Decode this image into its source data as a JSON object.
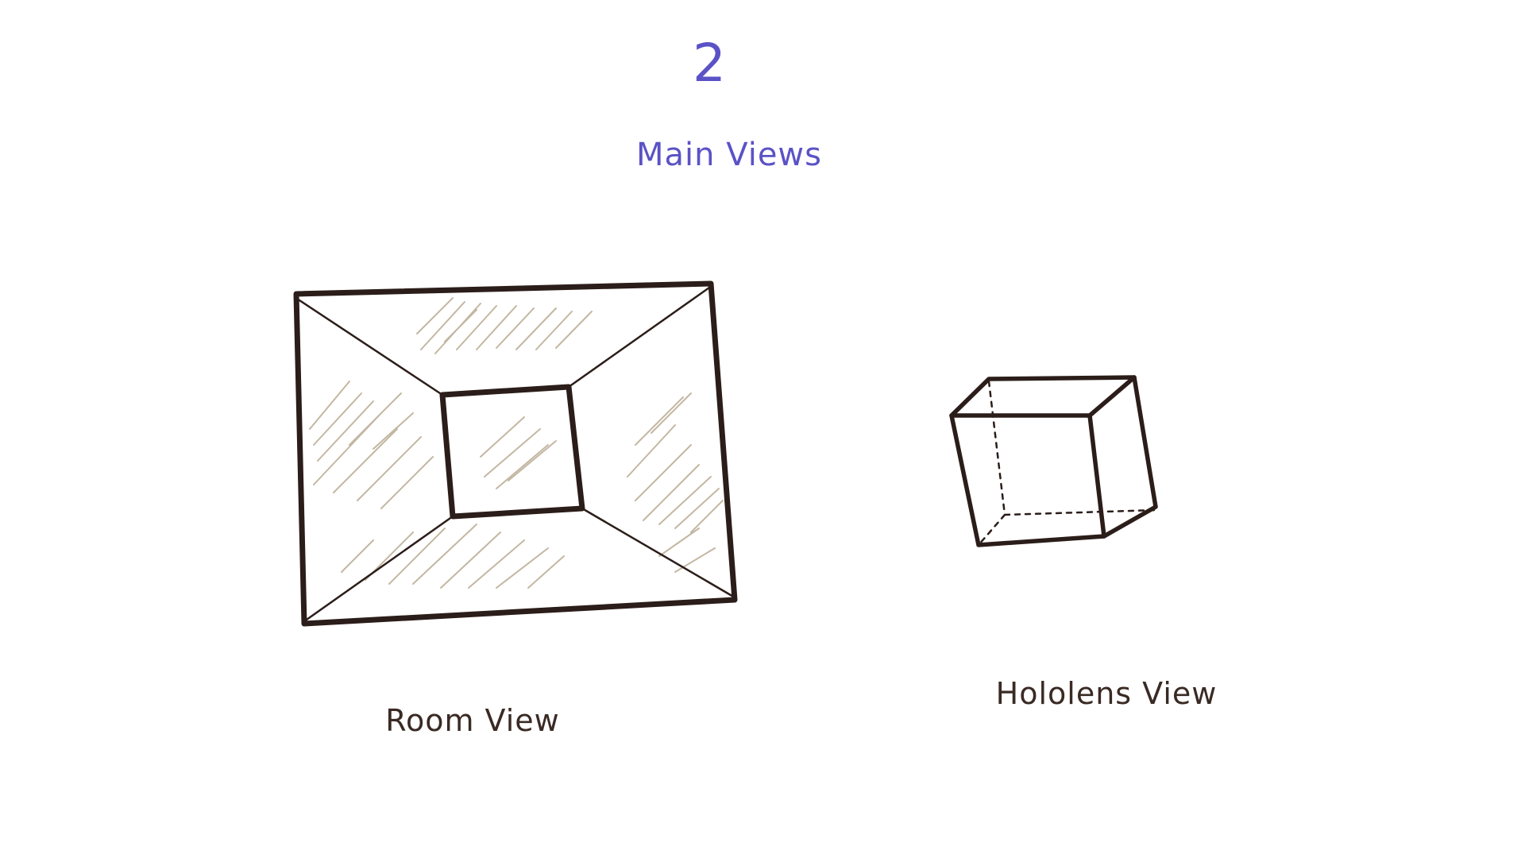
{
  "header": {
    "number": "2",
    "title": "Main Views"
  },
  "views": [
    {
      "label": "Room View",
      "icon": "room-perspective-icon"
    },
    {
      "label": "Hololens View",
      "icon": "cube-icon"
    }
  ],
  "colors": {
    "title_ink": "#5b52c6",
    "label_ink": "#3a2a24",
    "line_ink": "#2b1d19",
    "paper": "#ffffff"
  }
}
